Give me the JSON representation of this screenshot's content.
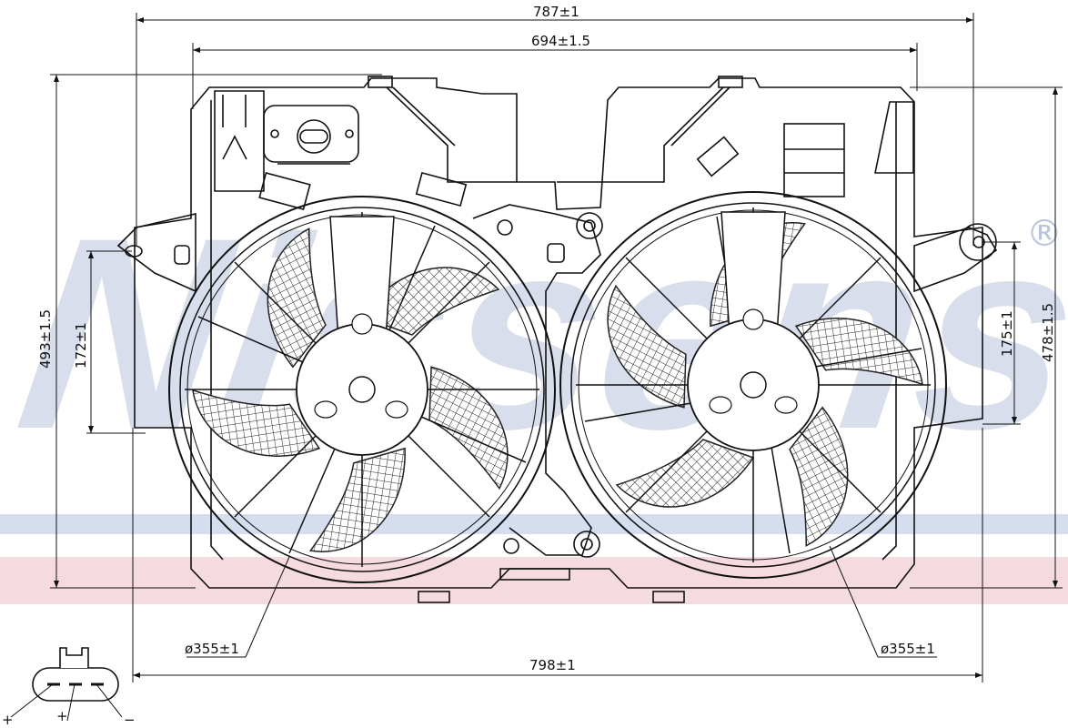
{
  "watermark": {
    "brand_text": "Nissens",
    "registered_mark": "®",
    "band_blue": "#c9d6ea",
    "band_pink": "#f2cfd6",
    "text_color": "#b9c4db"
  },
  "dimensions": {
    "overall_width_top": "787±1",
    "shroud_width": "694±1.5",
    "left_height": "493±1.5",
    "left_mount_spacing": "172±1",
    "right_mount_spacing": "175±1",
    "right_height": "478±1.5",
    "bottom_width": "798±1",
    "fan_left_diameter": "ø355±1",
    "fan_right_diameter": "ø355±1"
  },
  "connector": {
    "pins": [
      "+",
      "+",
      "−"
    ]
  }
}
